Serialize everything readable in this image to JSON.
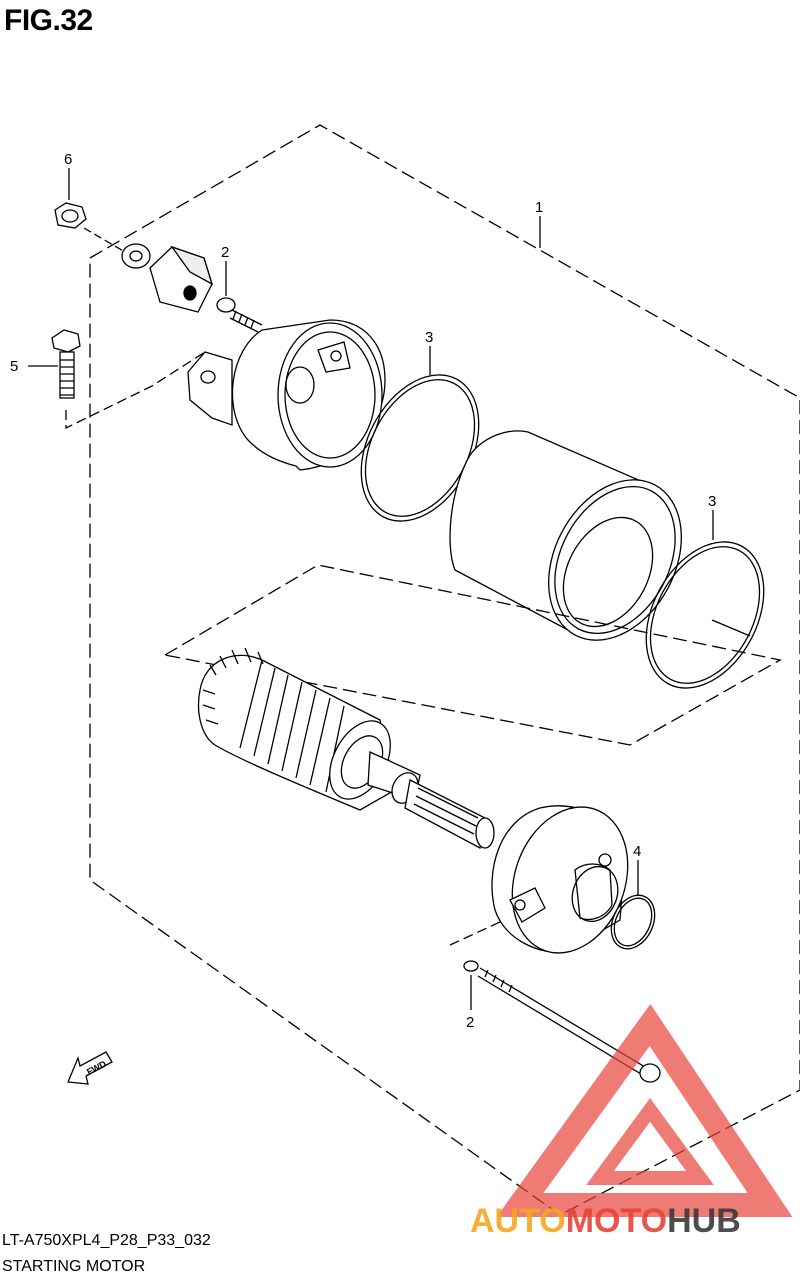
{
  "figure": {
    "title": "FIG.32"
  },
  "footer": {
    "code": "LT-A750XPL4_P28_P33_032",
    "name": "STARTING MOTOR"
  },
  "callouts": {
    "c1": "1",
    "c2a": "2",
    "c2b": "2",
    "c3a": "3",
    "c3b": "3",
    "c4": "4",
    "c5": "5",
    "c6": "6"
  },
  "direction_arrow": {
    "label": "FWD"
  },
  "watermark": {
    "auto": "AUTO",
    "moto": "MOTO",
    "hub": "HUB",
    "colors": {
      "auto": "#f5a623",
      "moto": "#e8443a",
      "hub": "#3a3a3a",
      "triangle": "#e8443a"
    }
  },
  "icons": [
    "fwd-arrow-icon",
    "watermark-triangle-icon"
  ]
}
